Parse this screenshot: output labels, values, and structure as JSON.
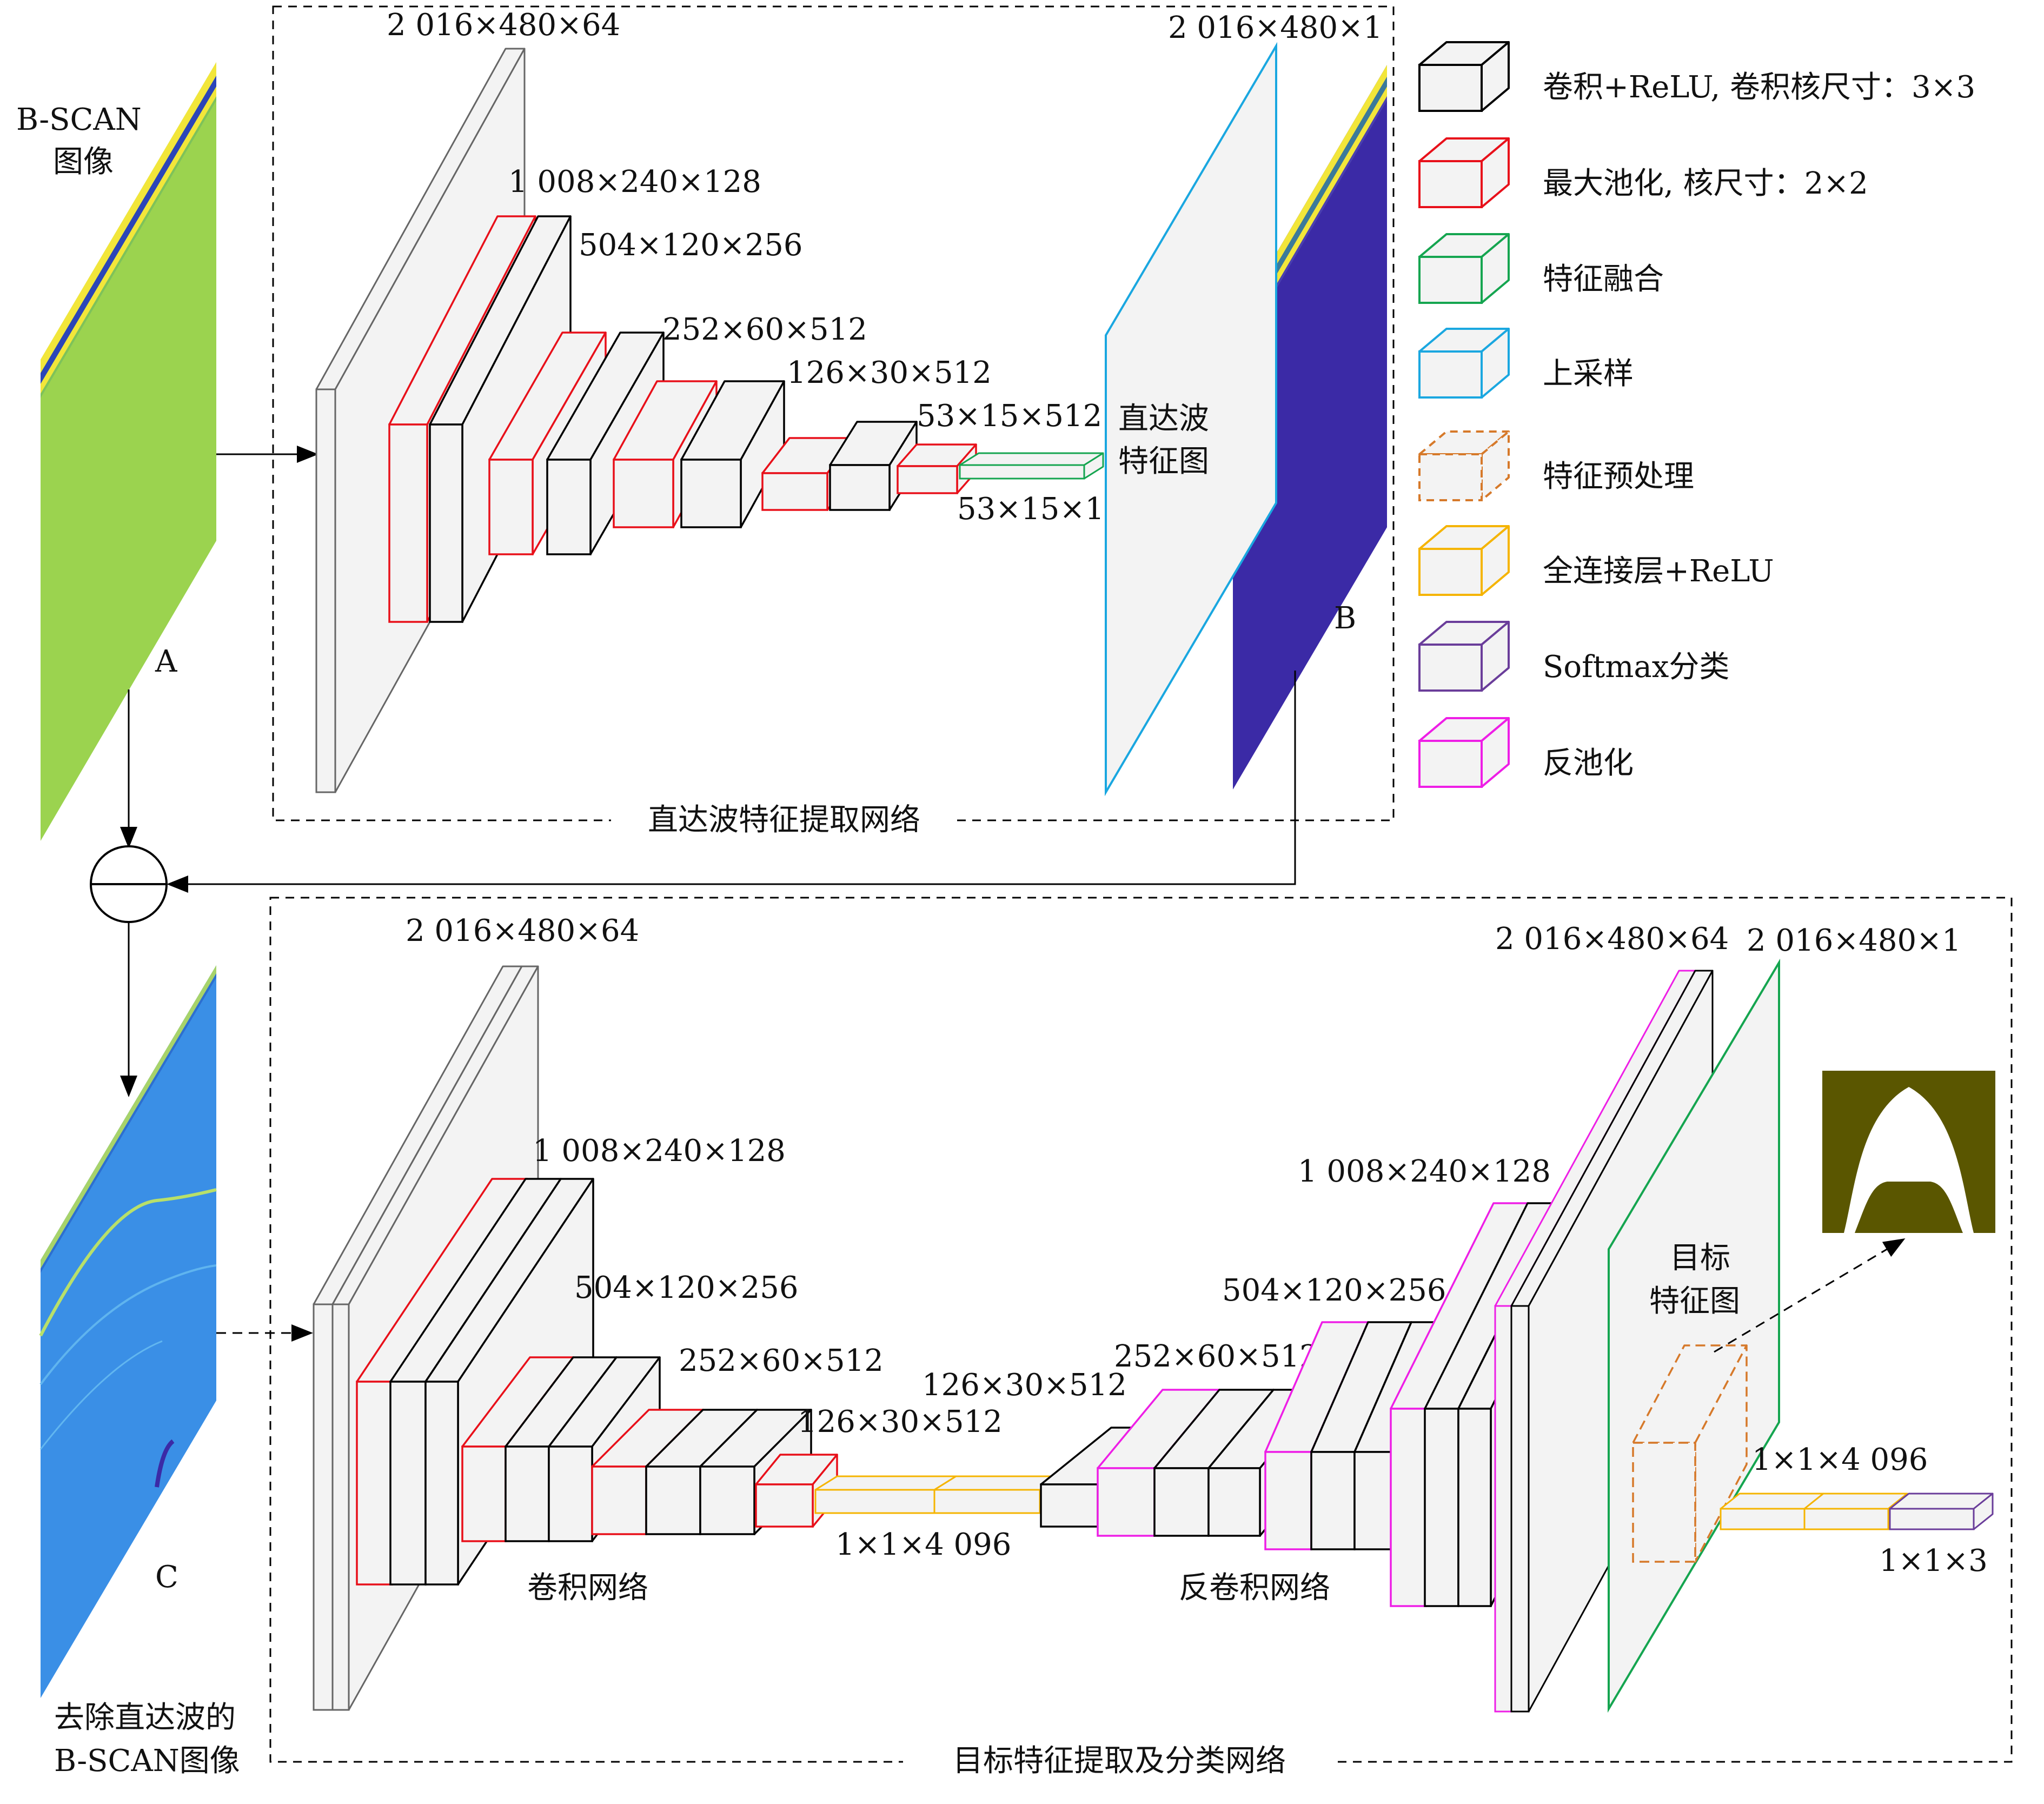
{
  "colors": {
    "conv": "#000000",
    "maxpool": "#e8101a",
    "fusion": "#15a550",
    "upsample": "#1aa7e0",
    "preproc": "#d6792a",
    "fc": "#f5b400",
    "softmax": "#6a3d9a",
    "unpool": "#ee1ee6",
    "face": "#f3f3f3",
    "bscan_green": "#9bd34f",
    "bscan_blue_bg": "#3a8fe6",
    "feature_purple": "#3b2aa6",
    "target_olive": "#5a5600"
  },
  "legend": [
    {
      "key": "conv",
      "label": "卷积+ReLU, 卷积核尺寸：3×3"
    },
    {
      "key": "maxpool",
      "label": "最大池化, 核尺寸：2×2"
    },
    {
      "key": "fusion",
      "label": "特征融合"
    },
    {
      "key": "upsample",
      "label": "上采样"
    },
    {
      "key": "preproc",
      "label": "特征预处理"
    },
    {
      "key": "fc",
      "label": "全连接层+ReLU"
    },
    {
      "key": "softmax",
      "label": "Softmax分类"
    },
    {
      "key": "unpool",
      "label": "反池化"
    }
  ],
  "images": {
    "bscan_title": [
      "B-SCAN",
      "图像"
    ],
    "a": "A",
    "b": "B",
    "c": "C",
    "c_caption": [
      "去除直达波的",
      "B-SCAN图像"
    ]
  },
  "top_net": {
    "caption": "直达波特征提取网络",
    "feature_map": [
      "直达波",
      "特征图"
    ],
    "dims": {
      "d0": "2 016×480×64",
      "d1": "1 008×240×128",
      "d2": "504×120×256",
      "d3": "252×60×512",
      "d4": "126×30×512",
      "d5": "53×15×512",
      "d6": "53×15×1",
      "d7": "2 016×480×1"
    }
  },
  "bottom_net": {
    "caption": "目标特征提取及分类网络",
    "conv_label": "卷积网络",
    "deconv_label": "反卷积网络",
    "feature_map": [
      "目标",
      "特征图"
    ],
    "dims": {
      "d0": "2 016×480×64",
      "d1": "1 008×240×128",
      "d2": "504×120×256",
      "d3": "252×60×512",
      "d4": "126×30×512",
      "d5": "126×30×512",
      "d6": "1×1×4 096",
      "r1": "252×60×512",
      "r2": "504×120×256",
      "r3": "1 008×240×128",
      "r4": "2 016×480×64",
      "r5": "2 016×480×1",
      "fc2": "1×1×4 096",
      "out": "1×1×3"
    }
  }
}
